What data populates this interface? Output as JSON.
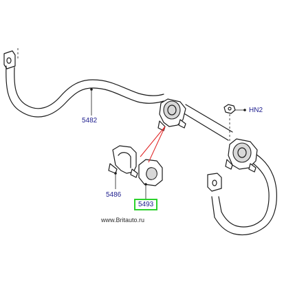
{
  "diagram": {
    "callouts": [
      {
        "id": "stabilizer-bar",
        "text": "5482"
      },
      {
        "id": "nut",
        "text": "HN2"
      },
      {
        "id": "bracket",
        "text": "5486"
      },
      {
        "id": "bushing",
        "text": "5493",
        "highlighted": true
      }
    ],
    "watermark": "www.Britauto.ru",
    "colors": {
      "outline": "#1a1a1a",
      "callout_text": "#1a1a8c",
      "leader_red": "#e02020",
      "highlight_box": "#2bd12b"
    }
  }
}
